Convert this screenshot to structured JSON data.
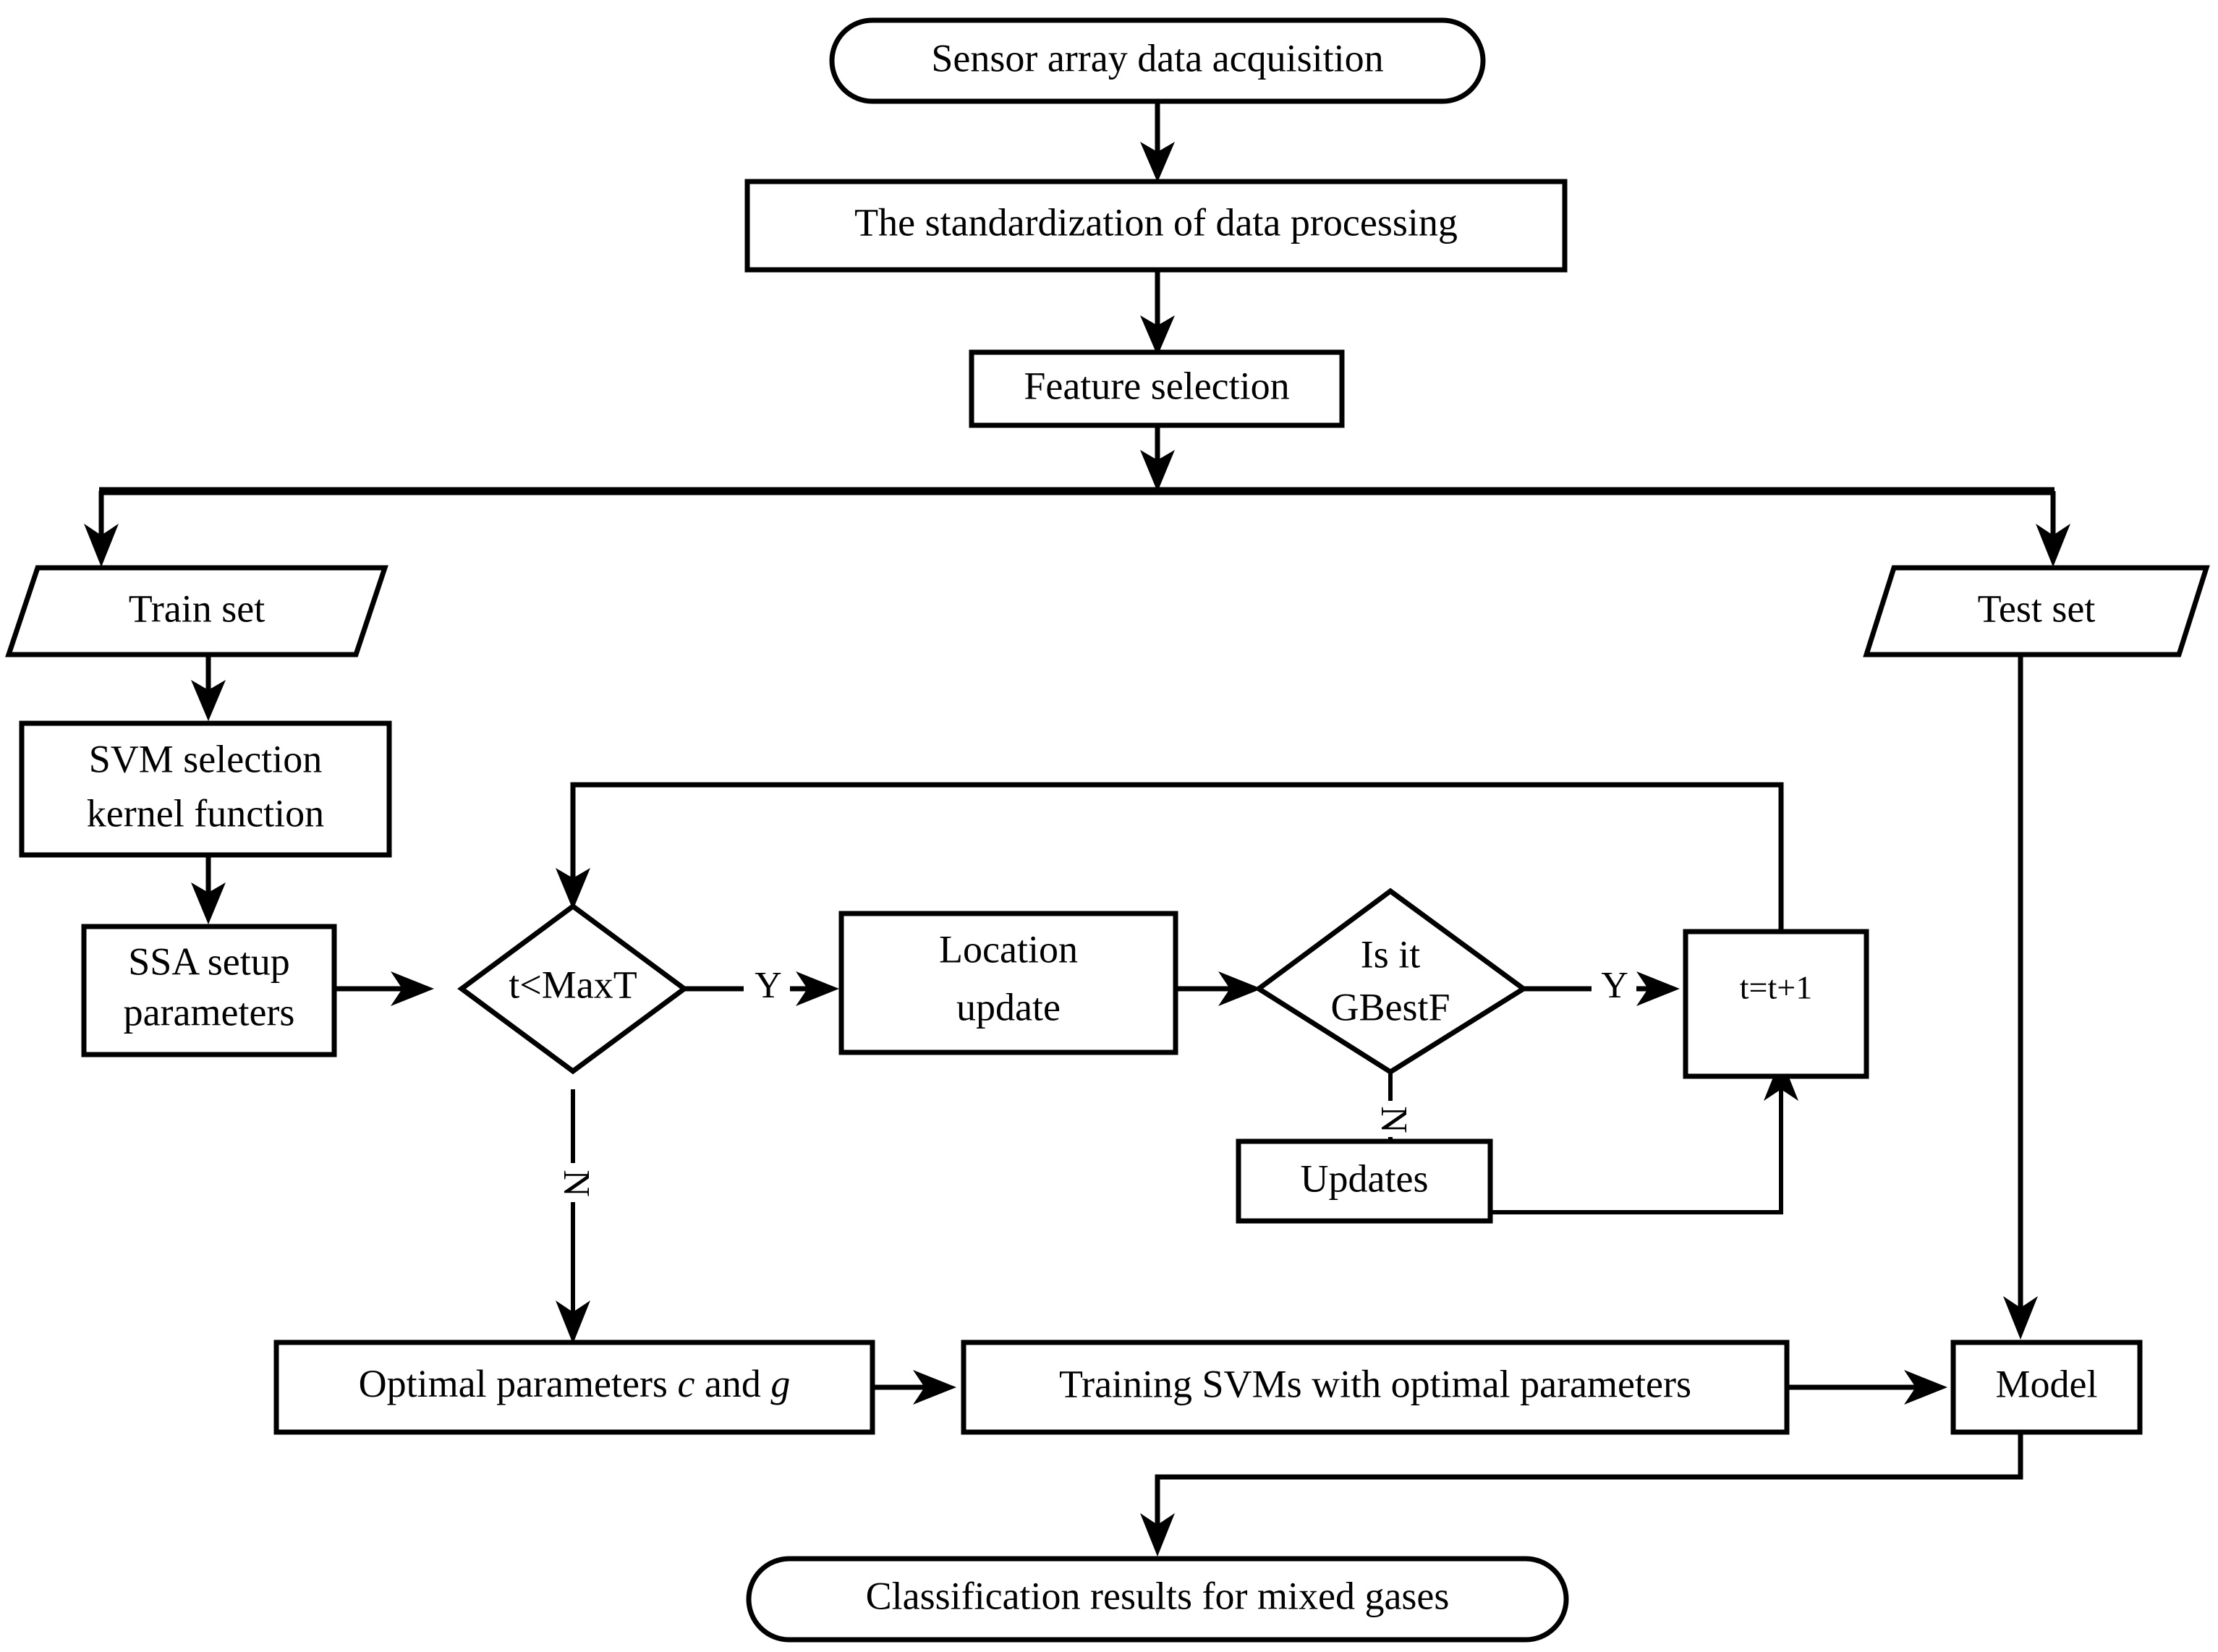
{
  "diagram": {
    "title": "SSA-SVM gas classification flowchart",
    "background_color": "#ffffff",
    "line_color": "#000000"
  },
  "nodes": {
    "sensor_acquisition": {
      "label": "Sensor array data acquisition",
      "shape": "rounded-terminator"
    },
    "standardization": {
      "label": "The standardization of data processing",
      "shape": "rectangle"
    },
    "feature_selection": {
      "label": "Feature selection",
      "shape": "rectangle"
    },
    "train_set": {
      "label": "Train set",
      "shape": "parallelogram"
    },
    "test_set": {
      "label": "Test set",
      "shape": "parallelogram"
    },
    "svm_kernel": {
      "label_line1": "SVM selection",
      "label_line2": "kernel function",
      "shape": "rectangle"
    },
    "ssa_setup": {
      "label_line1": "SSA setup",
      "label_line2": "parameters",
      "shape": "rectangle"
    },
    "t_lt_maxt": {
      "label": "t<MaxT",
      "shape": "diamond"
    },
    "location_update": {
      "label_line1": "Location",
      "label_line2": "update",
      "shape": "rectangle"
    },
    "is_it_gbestf": {
      "label_line1": "Is it",
      "label_line2": "GBestF",
      "shape": "diamond"
    },
    "t_increment": {
      "label": "t=t+1",
      "shape": "rectangle"
    },
    "updates": {
      "label": "Updates",
      "shape": "rectangle"
    },
    "optimal_params": {
      "label_prefix": "Optimal parameters ",
      "label_italic_c": "c",
      "label_mid": " and ",
      "label_italic_g": "g",
      "shape": "rectangle"
    },
    "training_svms": {
      "label": "Training SVMs with optimal parameters",
      "shape": "rectangle"
    },
    "model": {
      "label": "Model",
      "shape": "rectangle"
    },
    "classification_results": {
      "label": "Classification results for mixed gases",
      "shape": "rounded-terminator"
    }
  },
  "branch_labels": {
    "t_maxt_yes": "Y",
    "t_maxt_no": "N",
    "gbestf_yes": "Y",
    "gbestf_no": "N"
  },
  "edges": [
    {
      "from": "sensor_acquisition",
      "to": "standardization",
      "label": ""
    },
    {
      "from": "standardization",
      "to": "feature_selection",
      "label": ""
    },
    {
      "from": "feature_selection",
      "to": "train_set",
      "label": ""
    },
    {
      "from": "feature_selection",
      "to": "test_set",
      "label": ""
    },
    {
      "from": "train_set",
      "to": "svm_kernel",
      "label": ""
    },
    {
      "from": "svm_kernel",
      "to": "ssa_setup",
      "label": ""
    },
    {
      "from": "ssa_setup",
      "to": "t_lt_maxt",
      "label": ""
    },
    {
      "from": "t_lt_maxt",
      "to": "location_update",
      "label": "Y"
    },
    {
      "from": "t_lt_maxt",
      "to": "optimal_params",
      "label": "N"
    },
    {
      "from": "location_update",
      "to": "is_it_gbestf",
      "label": ""
    },
    {
      "from": "is_it_gbestf",
      "to": "t_increment",
      "label": "Y"
    },
    {
      "from": "is_it_gbestf",
      "to": "updates",
      "label": "N"
    },
    {
      "from": "updates",
      "to": "t_increment",
      "label": ""
    },
    {
      "from": "t_increment",
      "to": "t_lt_maxt",
      "label": ""
    },
    {
      "from": "optimal_params",
      "to": "training_svms",
      "label": ""
    },
    {
      "from": "training_svms",
      "to": "model",
      "label": ""
    },
    {
      "from": "test_set",
      "to": "model",
      "label": ""
    },
    {
      "from": "model",
      "to": "classification_results",
      "label": ""
    }
  ]
}
